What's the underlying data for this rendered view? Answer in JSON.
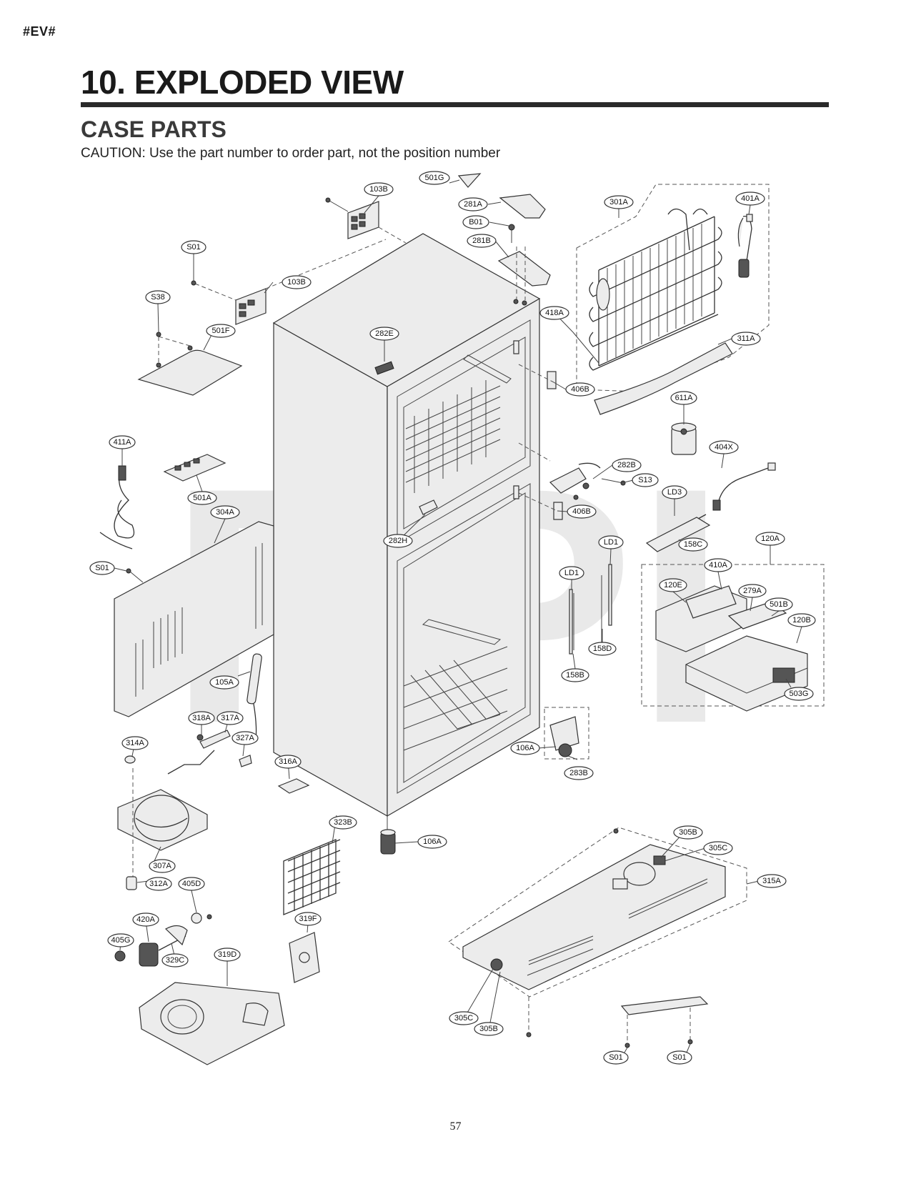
{
  "header": {
    "doc_tag": "#EV#",
    "title": "10. EXPLODED VIEW",
    "section": "CASE PARTS",
    "caution": "CAUTION: Use the part number to order part, not the position number"
  },
  "watermark": "RPI",
  "page_number": "57",
  "callouts": {
    "c103B_top": "103B",
    "c501G": "501G",
    "c281A": "281A",
    "c301A": "301A",
    "c401A": "401A",
    "cB01": "B01",
    "c281B": "281B",
    "cS01_top": "S01",
    "c103B_mid": "103B",
    "cS38": "S38",
    "c501F": "501F",
    "c282E": "282E",
    "c418A": "418A",
    "c311A": "311A",
    "c406B_upper": "406B",
    "c611A": "611A",
    "c411A": "411A",
    "c404X": "404X",
    "c501A": "501A",
    "c282B": "282B",
    "cS13": "S13",
    "cLD3": "LD3",
    "c304A": "304A",
    "c406B_lower": "406B",
    "c158C": "158C",
    "c282H": "282H",
    "cLD1_right": "LD1",
    "c120A": "120A",
    "cS01_left": "S01",
    "cLD1_left": "LD1",
    "c120E": "120E",
    "c410A": "410A",
    "c279A": "279A",
    "c501B": "501B",
    "c120B": "120B",
    "c158D": "158D",
    "c158B": "158B",
    "c105A": "105A",
    "c503G": "503G",
    "c318A": "318A",
    "c317A": "317A",
    "c314A": "314A",
    "c327A": "327A",
    "c316A": "316A",
    "c106A_upper": "106A",
    "c283B": "283B",
    "c323B": "323B",
    "c106A_lower": "106A",
    "c305B_top": "305B",
    "c305C_top": "305C",
    "c307A": "307A",
    "c315A": "315A",
    "c312A": "312A",
    "c405D": "405D",
    "c420A": "420A",
    "c319F": "319F",
    "c405G": "405G",
    "c329C": "329C",
    "c319D": "319D",
    "c305C_bottom": "305C",
    "c305B_bottom": "305B",
    "cS01_bottom_left": "S01",
    "cS01_bottom_right": "S01"
  }
}
